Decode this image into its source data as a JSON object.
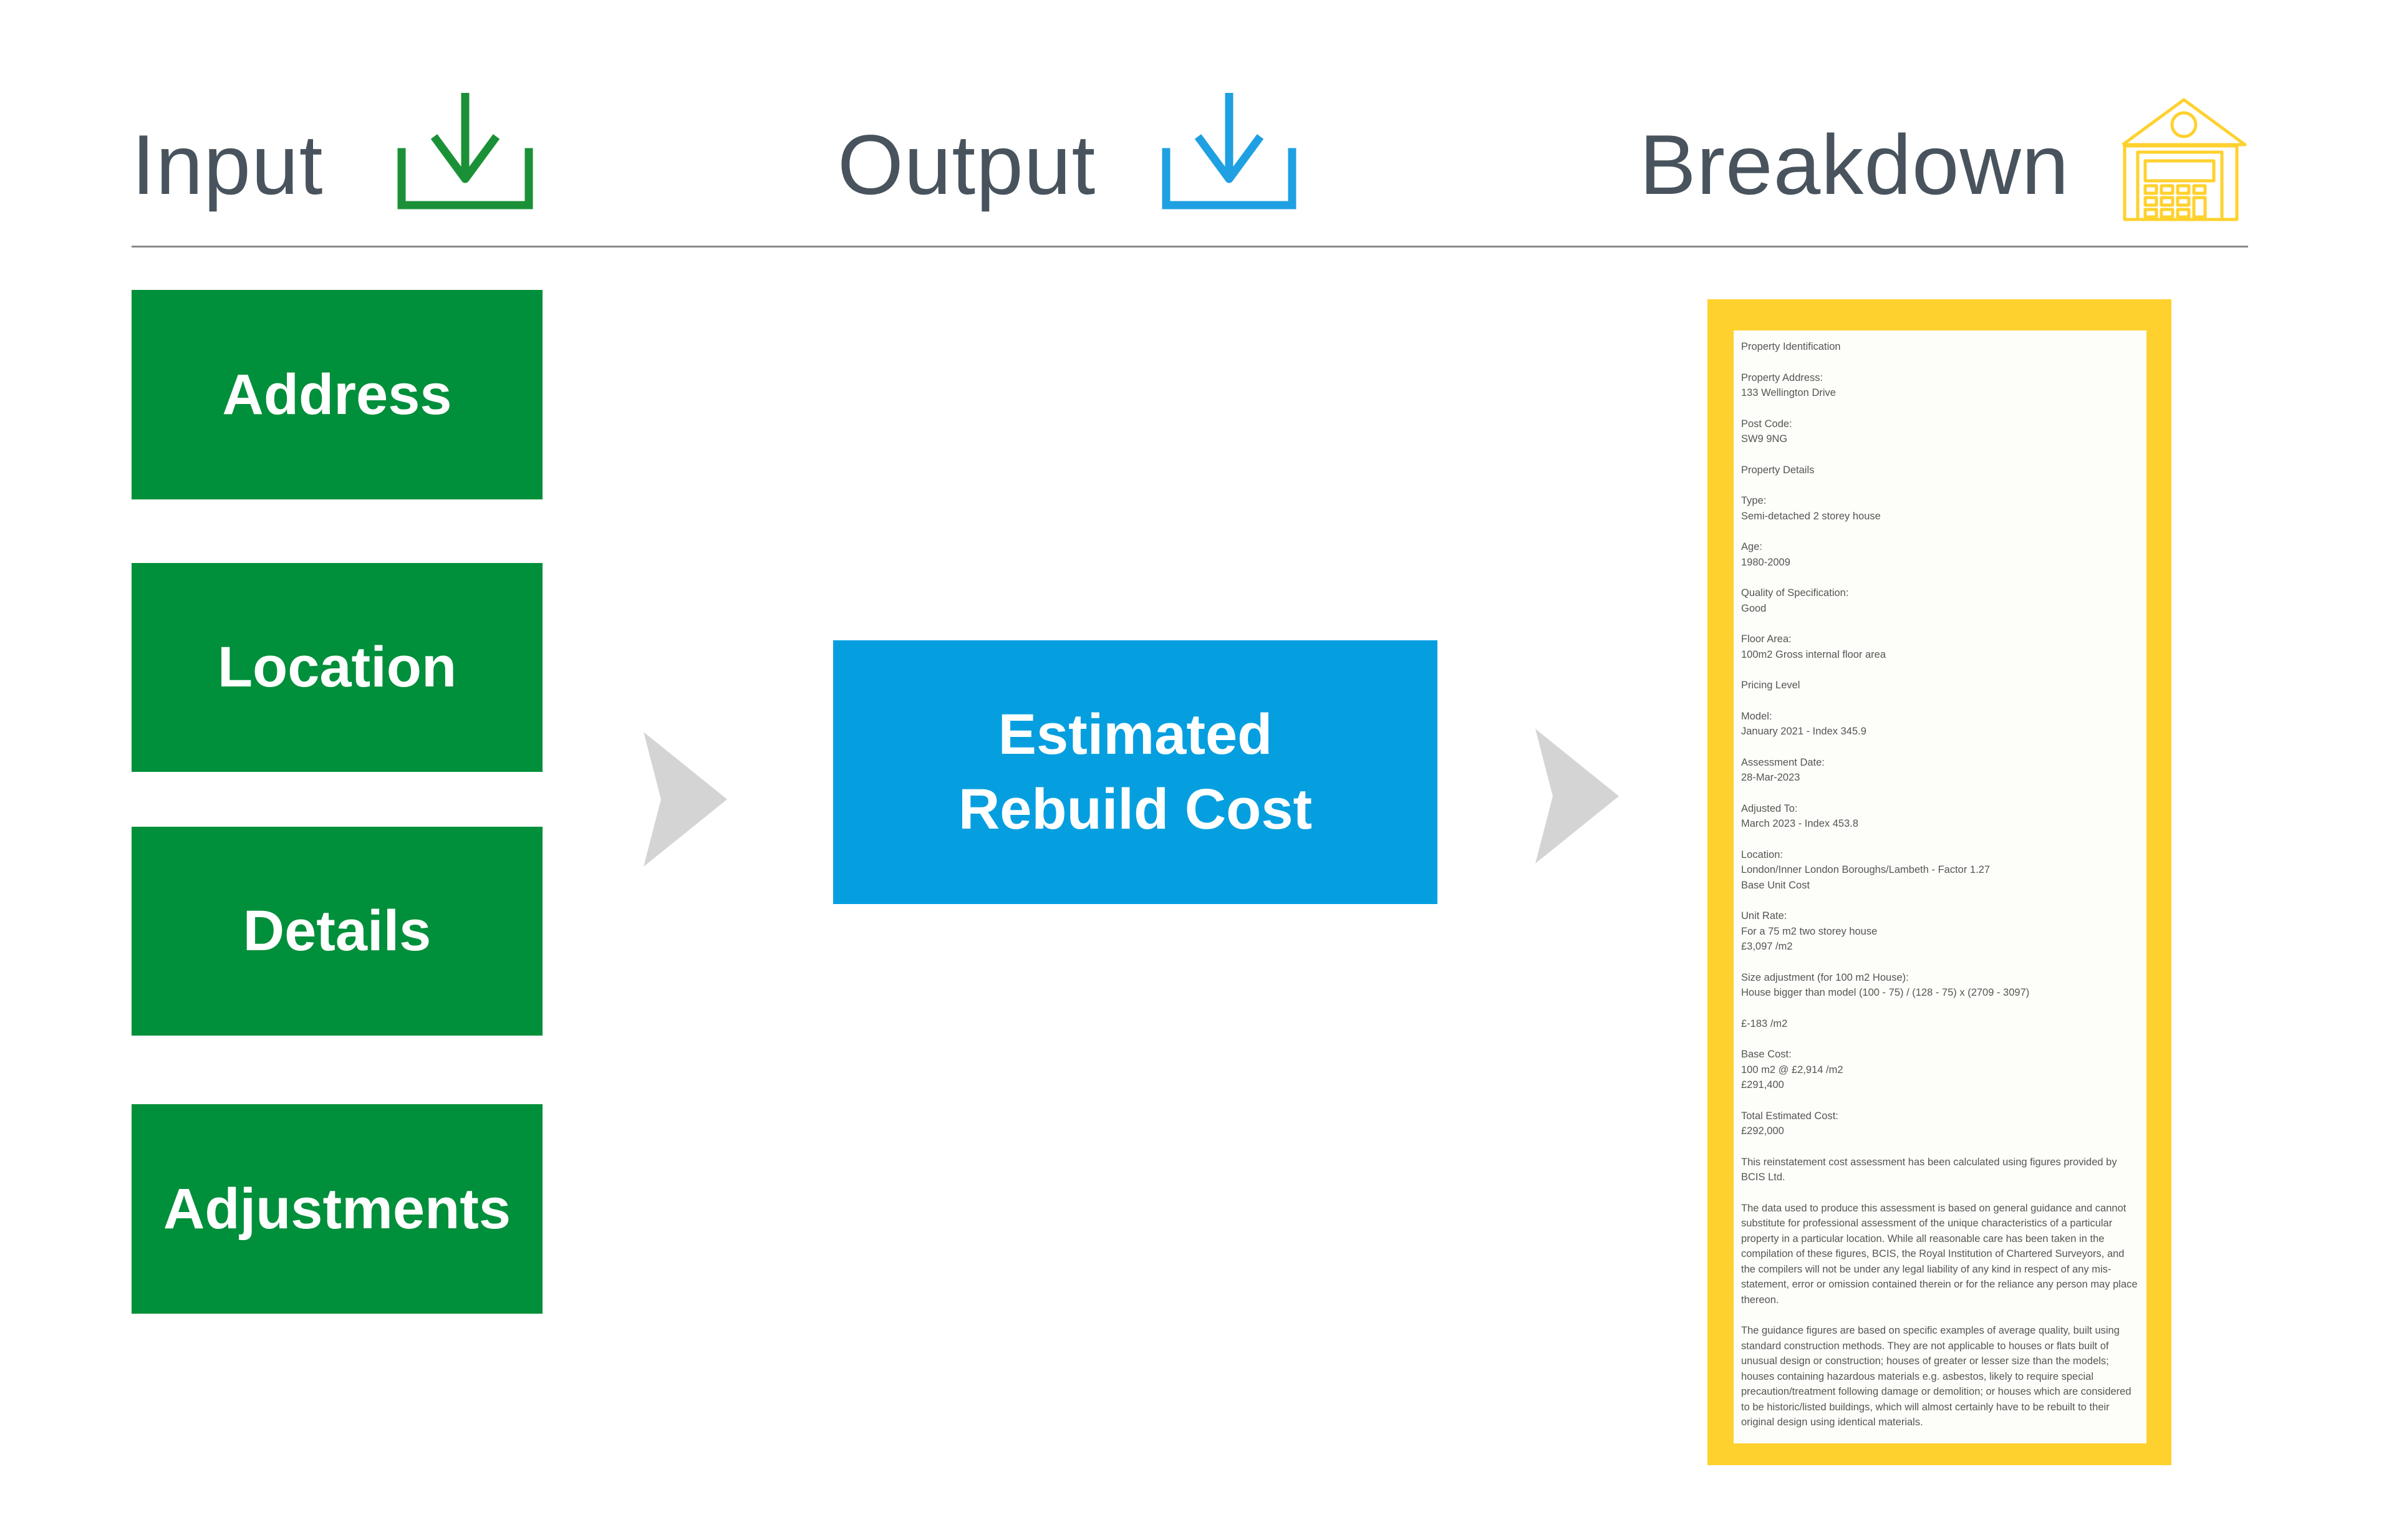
{
  "header": {
    "input": {
      "label": "Input",
      "icon": "download-icon",
      "color": "#1a9136"
    },
    "output": {
      "label": "Output",
      "icon": "download-icon",
      "color": "#1fa0e3"
    },
    "breakdown": {
      "label": "Breakdown",
      "icon": "house-calculator-icon",
      "color": "#ffd12e"
    }
  },
  "inputs": [
    {
      "label": "Address"
    },
    {
      "label": "Location"
    },
    {
      "label": "Details"
    },
    {
      "label": "Adjustments"
    }
  ],
  "output_box": {
    "line1": "Estimated",
    "line2": "Rebuild Cost"
  },
  "colors": {
    "input_green": "#008f3a",
    "output_blue": "#059fe0",
    "arrow_grey": "#d4d4d4",
    "breakdown_yellow": "#ffd12e",
    "heading_text": "#48535d"
  },
  "breakdown_doc": {
    "title": "Property Identification",
    "address_label": "Property Address:",
    "address_value": "133 Wellington Drive",
    "postcode_label": "Post Code:",
    "postcode_value": "SW9 9NG",
    "details_title": "Property Details",
    "type_label": "Type:",
    "type_value": "Semi-detached 2 storey house",
    "age_label": "Age:",
    "age_value": "1980-2009",
    "quality_label": "Quality of Specification:",
    "quality_value": "Good",
    "floor_label": "Floor Area:",
    "floor_value": "100m2 Gross internal floor area",
    "pricing_title": "Pricing Level",
    "model_label": "Model:",
    "model_value": "January 2021 - Index 345.9",
    "assess_label": "Assessment Date:",
    "assess_value": "28-Mar-2023",
    "adjusted_label": "Adjusted To:",
    "adjusted_value": "March 2023 - Index 453.8",
    "location_label": "Location:",
    "location_value": "London/Inner London Boroughs/Lambeth - Factor 1.27",
    "base_unit_title": "Base Unit Cost",
    "unit_rate_label": "Unit Rate:",
    "unit_rate_line1": "For a 75 m2 two storey house",
    "unit_rate_line2": "£3,097 /m2",
    "size_adj_label": "Size adjustment (for 100 m2 House):",
    "size_adj_value": "House bigger than model (100 - 75) / (128 - 75) x (2709 - 3097)",
    "size_adj_result": "£-183 /m2",
    "base_cost_label": "Base Cost:",
    "base_cost_line1": "100 m2 @ £2,914 /m2",
    "base_cost_line2": "£291,400",
    "total_label": "Total Estimated Cost:",
    "total_value": "£292,000",
    "para1": "This reinstatement cost assessment has been calculated using figures provided by BCIS Ltd.",
    "para2": "The data used to produce this assessment is based on general guidance and cannot substitute for professional assessment of the unique characteristics of a particular property in a particular location. While all reasonable care has been taken in the compilation of these figures, BCIS, the Royal Institution of Chartered Surveyors, and the compilers will not be under any legal liability of any kind in respect of any mis-statement, error or omission contained therein or for the reliance any person may place thereon.",
    "para3": "The guidance figures are based on specific examples of average quality, built using standard construction methods. They are not applicable to houses or flats built of unusual design or construction; houses of greater or lesser size than the models; houses containing hazardous materials e.g. asbestos, likely to require special precaution/treatment following damage or demolition; or houses which are considered to be historic/listed buildings, which will almost certainly have to be rebuilt to their original design using identical materials."
  }
}
